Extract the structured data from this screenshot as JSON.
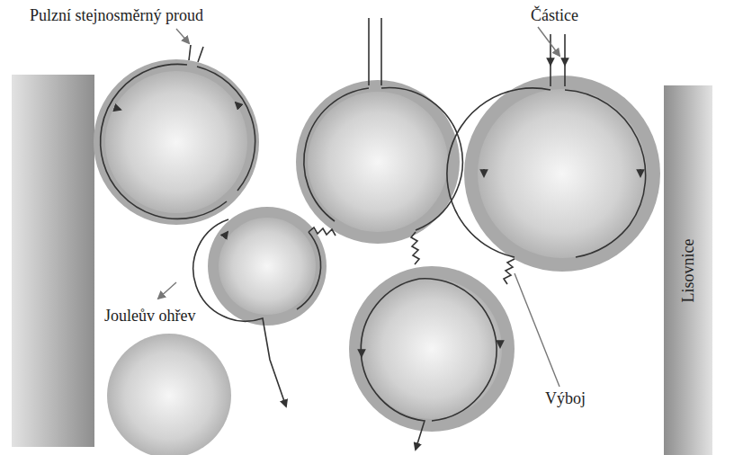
{
  "diagram": {
    "nodes": [
      {
        "text": [
          "Lisovnice"
        ]
      }
    ],
    "labels": [
      "Pulzní stejnosměrný proud",
      "Částice",
      "Jouleův ohřev",
      "Výboj"
    ]
  }
}
